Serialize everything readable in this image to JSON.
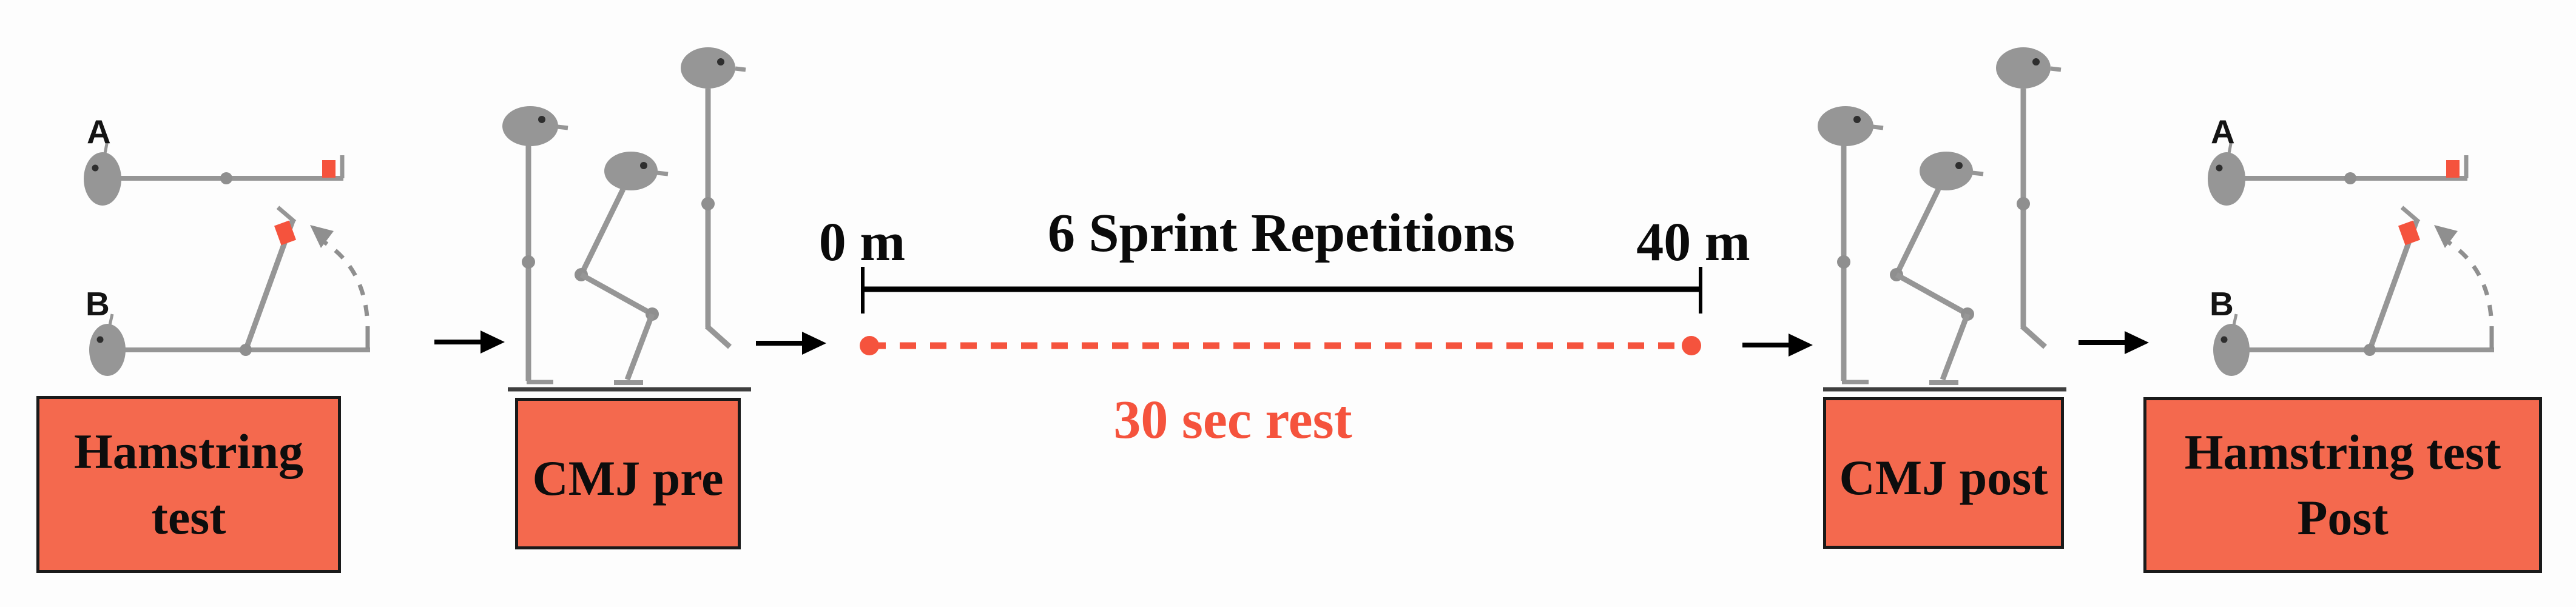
{
  "palette": {
    "box_fill": "#f4694e",
    "accent_red": "#f5533d",
    "figure_gray": "#969696",
    "joint_gray": "#8f8f8f",
    "ground_gray": "#3f3f3f",
    "ink_black": "#0a0a0a"
  },
  "pose_labels": {
    "supine": "A",
    "leg_raise": "B"
  },
  "stages": {
    "hamstring_pre": {
      "line1": "Hamstring",
      "line2": "test"
    },
    "cmj_pre": {
      "label": "CMJ pre"
    },
    "cmj_post": {
      "label": "CMJ post"
    },
    "hamstring_post": {
      "line1": "Hamstring test",
      "line2": "Post"
    }
  },
  "sprint_protocol": {
    "start_distance": "0 m",
    "end_distance": "40 m",
    "title": "6 Sprint Repetitions",
    "rest_note": "30 sec rest"
  }
}
